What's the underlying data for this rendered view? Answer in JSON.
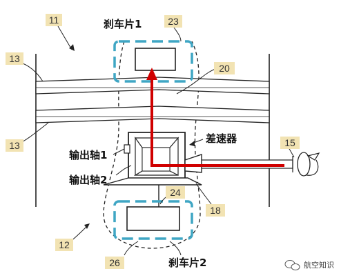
{
  "labels": {
    "brake_pad_1": "刹车片1",
    "brake_pad_2": "刹车片2",
    "differential": "差速器",
    "output_shaft_1": "输出轴1",
    "output_shaft_2": "输出轴2"
  },
  "refs": {
    "r11": "11",
    "r12": "12",
    "r13a": "13",
    "r13b": "13",
    "r15": "15",
    "r18": "18",
    "r20": "20",
    "r23": "23",
    "r24": "24",
    "r26": "26"
  },
  "watermark": {
    "text": "航空知识"
  },
  "colors": {
    "power_path": "#d00000",
    "brake_box": "#3fa6c4",
    "label_bg": "#f2e3b3",
    "line": "#222222"
  },
  "icons": {
    "watermark": "wechat-icon",
    "rotation": "rotation-arrow-icon"
  }
}
